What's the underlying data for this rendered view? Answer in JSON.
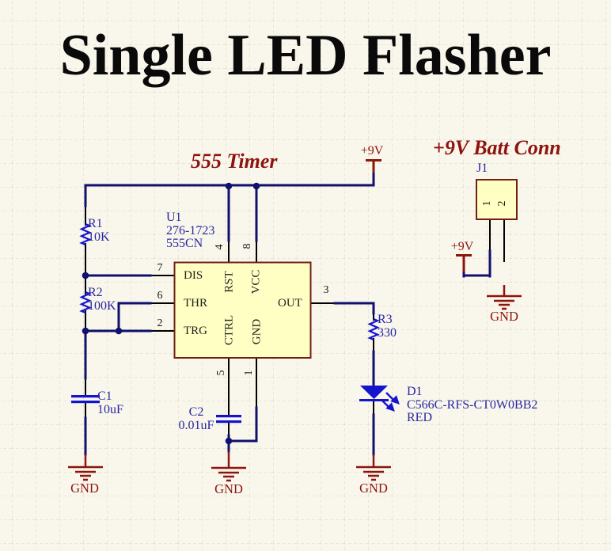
{
  "title": "Single LED Flasher",
  "headings": {
    "timer": "555 Timer",
    "battery": "+9V Batt Conn"
  },
  "power": {
    "vcc_label": "+9V",
    "gnd_label": "GND"
  },
  "components": {
    "u1": {
      "designator": "U1",
      "part_number": "276-1723",
      "model": "555CN",
      "pins": {
        "dis": {
          "number": "7",
          "name": "DIS"
        },
        "thr": {
          "number": "6",
          "name": "THR"
        },
        "trg": {
          "number": "2",
          "name": "TRG"
        },
        "rst": {
          "number": "4",
          "name": "RST"
        },
        "vcc": {
          "number": "8",
          "name": "VCC"
        },
        "ctrl": {
          "number": "5",
          "name": "CTRL"
        },
        "gnd": {
          "number": "1",
          "name": "GND"
        },
        "out": {
          "number": "3",
          "name": "OUT"
        }
      }
    },
    "r1": {
      "designator": "R1",
      "value": "10K"
    },
    "r2": {
      "designator": "R2",
      "value": "100K"
    },
    "r3": {
      "designator": "R3",
      "value": "330"
    },
    "c1": {
      "designator": "C1",
      "value": "10uF"
    },
    "c2": {
      "designator": "C2",
      "value": "0.01uF"
    },
    "d1": {
      "designator": "D1",
      "part_number": "C566C-RFS-CT0W0BB2",
      "color_label": "RED"
    },
    "j1": {
      "designator": "J1",
      "pin1": "1",
      "pin2": "2"
    }
  },
  "colors": {
    "background": "#F9F6EC",
    "grid": "#DDD8C9",
    "wire": "#10106E",
    "pin": "#000000",
    "symbol_blue": "#1414CE",
    "text_blue": "#2828A2",
    "power_maroon": "#8C150D",
    "body_fill": "#FFFFC3",
    "body_border": "#722015",
    "title_black": "#0A0A0A"
  }
}
